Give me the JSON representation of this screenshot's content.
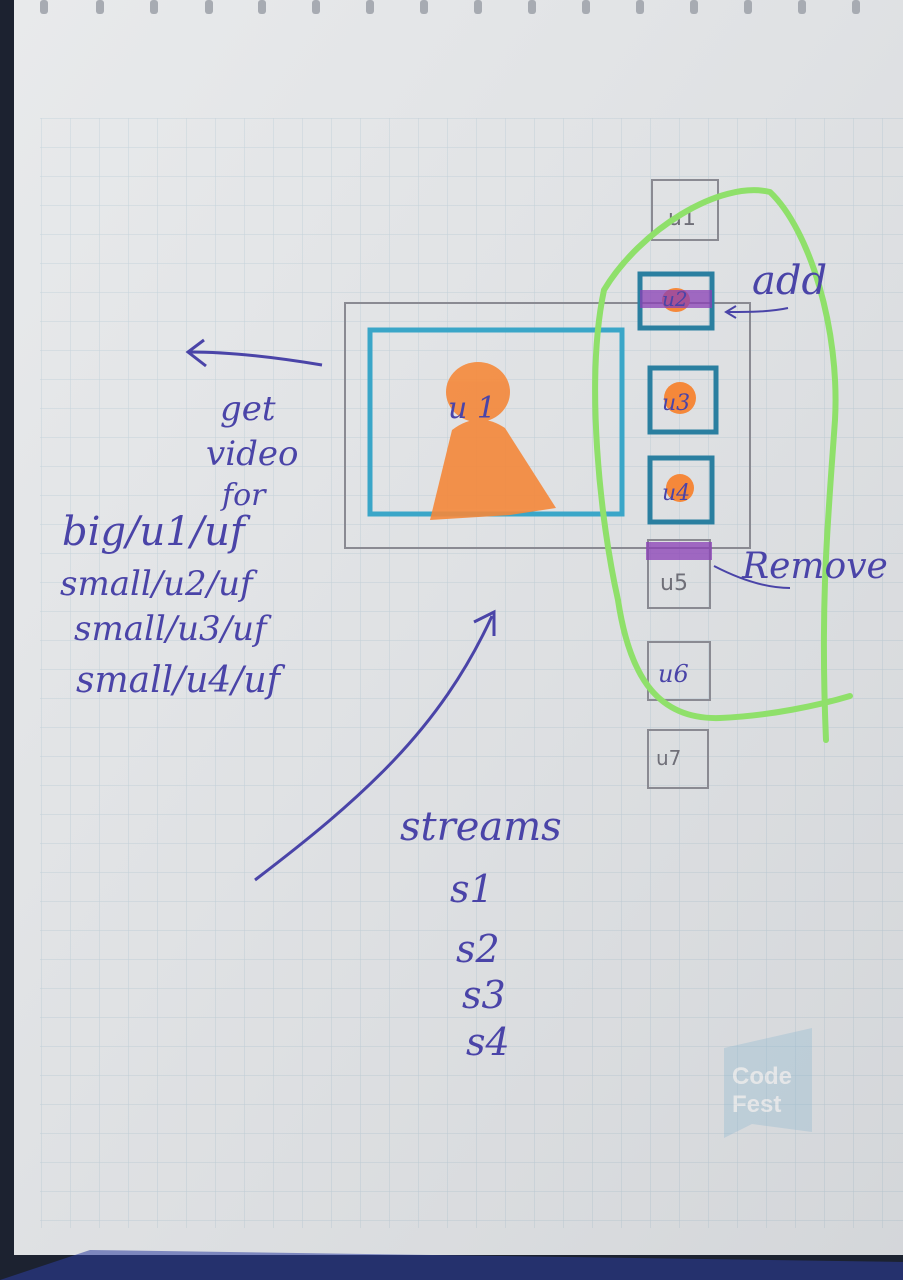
{
  "notebook": {
    "paper_color": "#e4e6e8",
    "grid_color": "#bfcfd8",
    "ink_color": "#4a44a8",
    "highlight_color": "#8fe06a",
    "accent_color": "#f5883a",
    "frame_color": "#3aa6c8"
  },
  "video_sketch": {
    "main_user": "u 1",
    "thumbnails": [
      "u1",
      "u2",
      "u3",
      "u4",
      "u5",
      "u6",
      "u7"
    ],
    "add_label": "add",
    "remove_label": "Remove"
  },
  "get_video": {
    "heading": [
      "get",
      "video",
      "for"
    ],
    "requests": [
      "big/u1/uf",
      "small/u2/uf",
      "small/u3/uf",
      "small/u4/uf"
    ]
  },
  "streams": {
    "heading": "streams",
    "items": [
      "s1",
      "s2",
      "s3",
      "s4"
    ]
  },
  "watermark": {
    "line1": "Code",
    "line2": "Fest"
  }
}
